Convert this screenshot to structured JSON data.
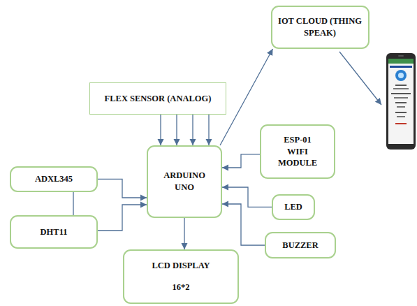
{
  "diagram": {
    "nodes": [
      {
        "text": [
          "IOT CLOUD (THING SPEAK)"
        ]
      },
      {
        "text": [
          "FLEX SENSOR (ANALOG)"
        ]
      },
      {
        "text": [
          "ESP-01 WIFI MODULE"
        ]
      },
      {
        "text": [
          "ADXL345"
        ]
      },
      {
        "text": [
          "ARDUINO UNO"
        ]
      },
      {
        "text": [
          "LED"
        ]
      },
      {
        "text": [
          "DHT11"
        ]
      },
      {
        "text": [
          "BUZZER"
        ]
      },
      {
        "text": [
          "LCD DISPLAY",
          "16*2"
        ]
      }
    ],
    "edges": [
      {
        "from": 1,
        "to": 4,
        "arrow": "to"
      },
      {
        "from": 1,
        "to": 4,
        "arrow": "to"
      },
      {
        "from": 1,
        "to": 4,
        "arrow": "to"
      },
      {
        "from": 1,
        "to": 4,
        "arrow": "to"
      },
      {
        "from": 4,
        "to": 0,
        "arrow": "to"
      },
      {
        "from": 2,
        "to": 4,
        "arrow": "to"
      },
      {
        "from": 3,
        "to": 4,
        "arrow": "to"
      },
      {
        "from": 6,
        "to": 4,
        "arrow": "to"
      },
      {
        "from": 3,
        "to": 6,
        "arrow": "none"
      },
      {
        "from": 5,
        "to": 4,
        "arrow": "to"
      },
      {
        "from": 7,
        "to": 4,
        "arrow": "to"
      },
      {
        "from": 4,
        "to": 8,
        "arrow": "to"
      }
    ]
  }
}
